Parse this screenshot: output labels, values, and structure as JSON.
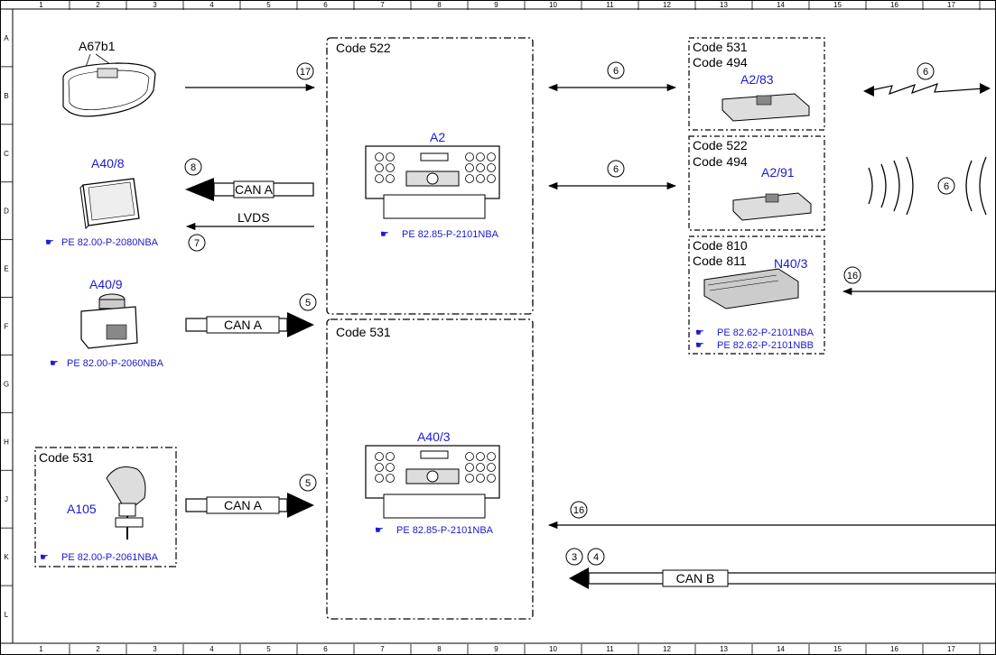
{
  "grid": {
    "columns": [
      "1",
      "2",
      "3",
      "4",
      "5",
      "6",
      "7",
      "8",
      "9",
      "10",
      "11",
      "12",
      "13",
      "14",
      "15",
      "16",
      "17"
    ],
    "rows": [
      "A",
      "B",
      "C",
      "D",
      "E",
      "F",
      "G",
      "H",
      "J",
      "K",
      "L"
    ]
  },
  "components": {
    "a67b1": {
      "label": "A67b1"
    },
    "a40_8": {
      "label": "A40/8",
      "ref": "PE 82.00-P-2080NBA"
    },
    "a40_9": {
      "label": "A40/9",
      "ref": "PE 82.00-P-2060NBA"
    },
    "a105": {
      "code": "Code 531",
      "label": "A105",
      "ref": "PE 82.00-P-2061NBA"
    },
    "a2": {
      "code": "Code 522",
      "label": "A2",
      "ref": "PE 82.85-P-2101NBA"
    },
    "a40_3": {
      "code": "Code 531",
      "label": "A40/3",
      "ref": "PE 82.85-P-2101NBA"
    },
    "a2_83": {
      "code1": "Code 531",
      "code2": "Code 494",
      "label": "A2/83"
    },
    "a2_91": {
      "code1": "Code 522",
      "code2": "Code 494",
      "label": "A2/91"
    },
    "n40_3": {
      "code1": "Code 810",
      "code2": "Code 811",
      "label": "N40/3",
      "ref1": "PE 82.62-P-2101NBA",
      "ref2": "PE 82.62-P-2101NBB"
    }
  },
  "connections": {
    "can_a_1": "CAN A",
    "can_a_2": "CAN A",
    "can_a_3": "CAN A",
    "lvds": "LVDS",
    "can_b": "CAN B"
  },
  "markers": {
    "m17": "17",
    "m8": "8",
    "m7": "7",
    "m5a": "5",
    "m5b": "5",
    "m6a": "6",
    "m6b": "6",
    "m6c": "6",
    "m6d": "6",
    "m16a": "16",
    "m16b": "16",
    "m3": "3",
    "m4": "4"
  }
}
